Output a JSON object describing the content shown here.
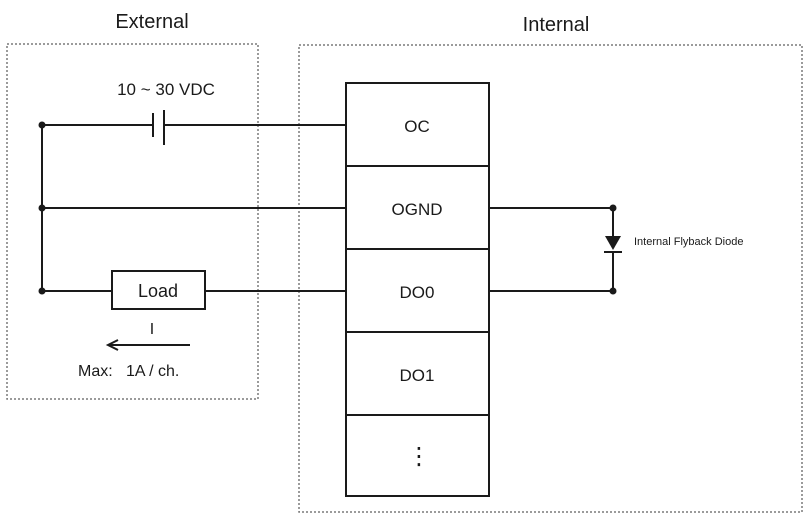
{
  "regions": {
    "external": "External",
    "internal": "Internal"
  },
  "supply_label": "10 ~ 30 VDC",
  "load_label": "Load",
  "current_symbol": "I",
  "max_current_label": "Max:   1A / ch.",
  "diode_label": "Internal Flyback Diode",
  "terminals": [
    {
      "label": "OC"
    },
    {
      "label": "OGND"
    },
    {
      "label": "DO0"
    },
    {
      "label": "DO1"
    },
    {
      "label": "⋮"
    }
  ]
}
